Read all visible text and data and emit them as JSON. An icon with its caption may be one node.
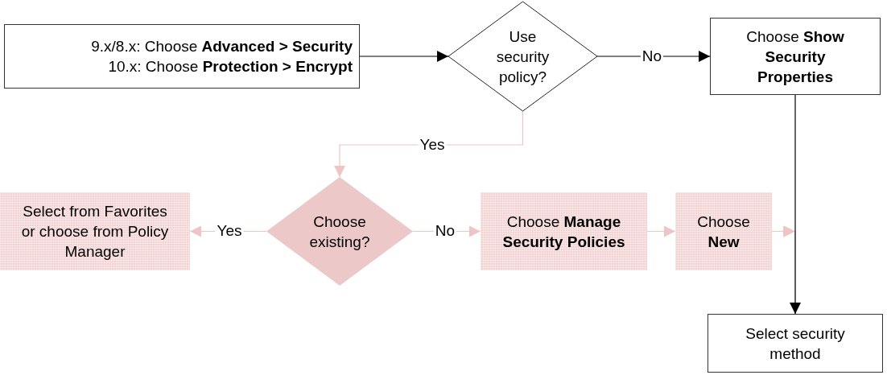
{
  "diagram": {
    "nodes": [
      {
        "text": [
          "9.x/8.x: Choose **Advanced > Security**",
          "10.x: Choose **Protection > Encrypt**"
        ]
      },
      {
        "text": [
          "Use security policy?"
        ]
      },
      {
        "text": [
          "Choose **Show Security Properties**"
        ]
      },
      {
        "text": [
          "Choose existing?"
        ]
      },
      {
        "text": [
          "Select from Favorites or choose from Policy Manager"
        ]
      },
      {
        "text": [
          "Choose **Manage Security Policies**"
        ]
      },
      {
        "text": [
          "Choose **New**"
        ]
      },
      {
        "text": [
          "Select security method"
        ]
      }
    ],
    "edges": [
      {
        "from": 0,
        "to": 1,
        "arrow": "to",
        "color": "#000000"
      },
      {
        "from": 1,
        "to": 2,
        "arrow": "to",
        "label": "No",
        "color": "#000000"
      },
      {
        "from": 1,
        "to": 3,
        "arrow": "to",
        "label": "Yes"
      },
      {
        "from": 3,
        "to": 4,
        "arrow": "to",
        "label": "Yes"
      },
      {
        "from": 3,
        "to": 5,
        "arrow": "to",
        "label": "No"
      },
      {
        "from": 5,
        "to": 6,
        "arrow": "to"
      },
      {
        "from": 6,
        "to": 7,
        "arrow": "to"
      },
      {
        "from": 2,
        "to": 7,
        "arrow": "to",
        "color": "#000000"
      }
    ]
  }
}
